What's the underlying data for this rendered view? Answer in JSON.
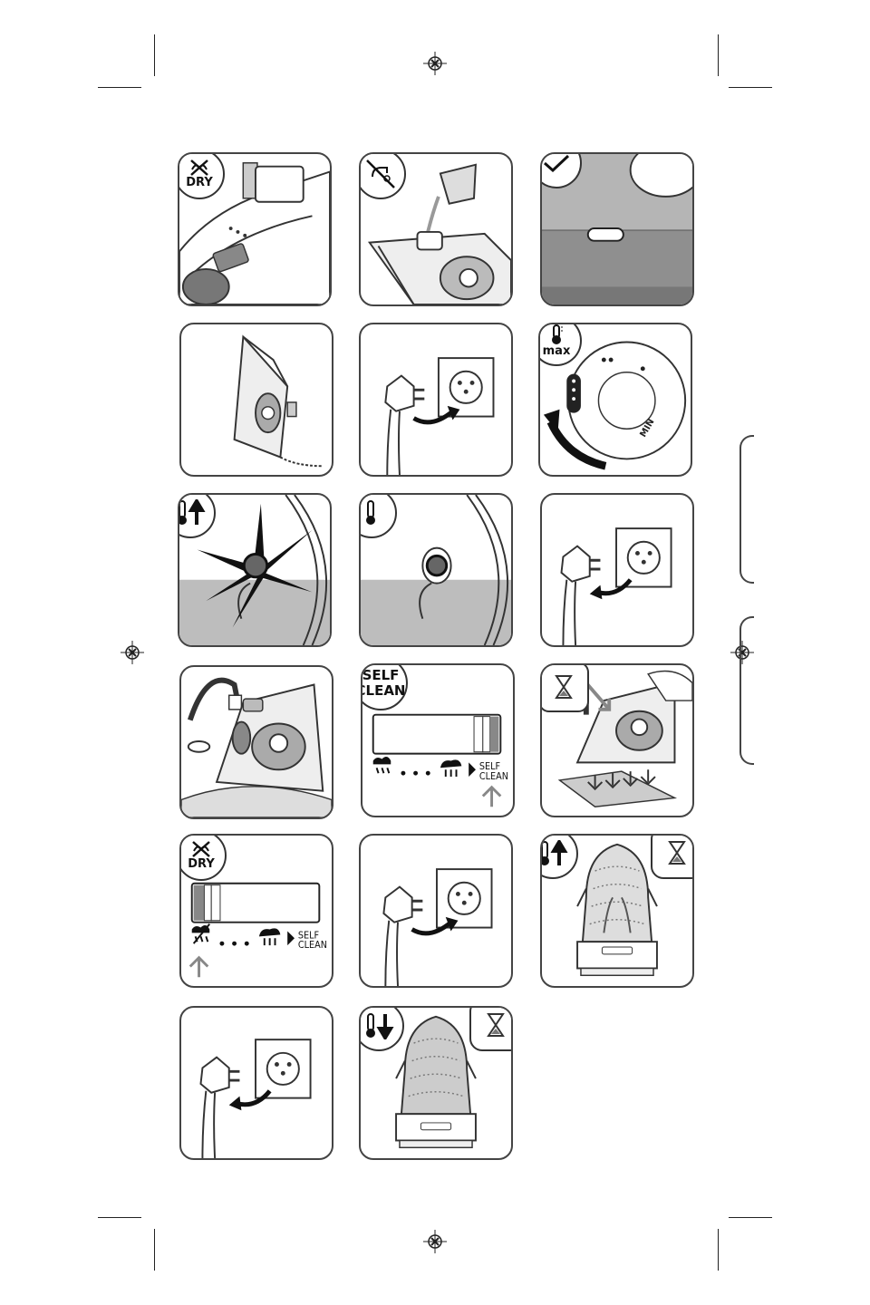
{
  "badges": {
    "dry": "DRY",
    "max": "max",
    "self_clean": "SELF\nCLEAN",
    "self_clean_line1": "SELF",
    "self_clean_line2": "CLEAN"
  },
  "labels": {
    "min": "MIN",
    "self": "SELF",
    "clean": "CLEAN"
  },
  "icons": [
    "no-steam-icon",
    "no-tap-water-icon",
    "check-icon",
    "thermometer-max-icon",
    "thermometer-up-icon",
    "thermometer-icon",
    "self-clean-icon",
    "hourglass-icon",
    "thermometer-down-icon",
    "plug-icon",
    "socket-icon"
  ],
  "colors": {
    "ink": "#222222",
    "gray": "#9a9a9a",
    "light": "#d9d9d9",
    "panel_border": "#444444"
  }
}
